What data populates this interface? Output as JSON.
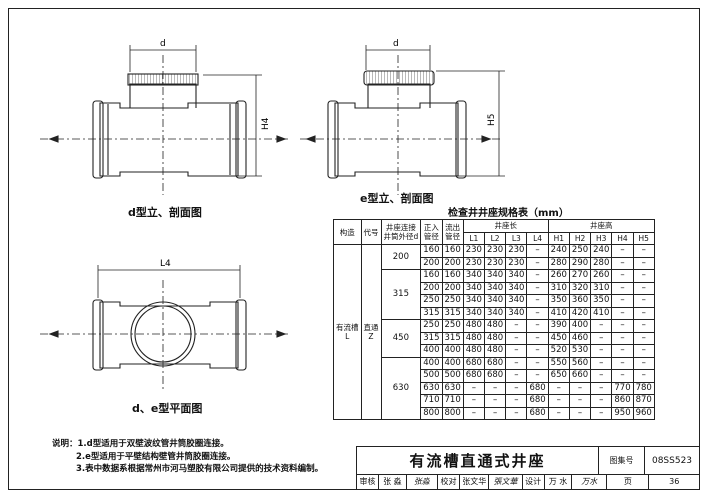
{
  "drawing": {
    "dim_d_left": "d",
    "dim_d_right": "d",
    "dim_h4": "H4",
    "dim_h5": "H5",
    "dim_l4": "L4",
    "caption_d": "d型立、剖面图",
    "caption_e": "e型立、剖面图",
    "caption_plan": "d、e型平面图"
  },
  "spec": {
    "title": "检查井井座规格表（mm）",
    "h_struct": "构造",
    "h_code": "代号",
    "h_pipe": "井座连接\n井筒外径d",
    "h_in": "正入\n管径",
    "h_out": "流出\n管径",
    "h_len": "井座长",
    "h_height": "井座高",
    "sub": [
      "L1",
      "L2",
      "L3",
      "L4",
      "H1",
      "H2",
      "H3",
      "H4",
      "H5"
    ],
    "struct_label": "有流槽\nL",
    "code_label": "直通\nZ",
    "groups": [
      {
        "d": "200",
        "rows": [
          [
            "160",
            "160",
            "230",
            "230",
            "230",
            "–",
            "240",
            "250",
            "240",
            "–",
            "–"
          ],
          [
            "200",
            "200",
            "230",
            "230",
            "230",
            "–",
            "280",
            "290",
            "280",
            "–",
            "–"
          ]
        ]
      },
      {
        "d": "315",
        "rows": [
          [
            "160",
            "160",
            "340",
            "340",
            "340",
            "–",
            "260",
            "270",
            "260",
            "–",
            "–"
          ],
          [
            "200",
            "200",
            "340",
            "340",
            "340",
            "–",
            "310",
            "320",
            "310",
            "–",
            "–"
          ],
          [
            "250",
            "250",
            "340",
            "340",
            "340",
            "–",
            "350",
            "360",
            "350",
            "–",
            "–"
          ],
          [
            "315",
            "315",
            "340",
            "340",
            "340",
            "–",
            "410",
            "420",
            "410",
            "–",
            "–"
          ]
        ]
      },
      {
        "d": "450",
        "rows": [
          [
            "250",
            "250",
            "480",
            "480",
            "–",
            "–",
            "390",
            "400",
            "–",
            "–",
            "–"
          ],
          [
            "315",
            "315",
            "480",
            "480",
            "–",
            "–",
            "450",
            "460",
            "–",
            "–",
            "–"
          ],
          [
            "400",
            "400",
            "480",
            "480",
            "–",
            "–",
            "520",
            "530",
            "–",
            "–",
            "–"
          ]
        ]
      },
      {
        "d": "630",
        "rows": [
          [
            "400",
            "400",
            "680",
            "680",
            "–",
            "–",
            "550",
            "560",
            "–",
            "–",
            "–"
          ],
          [
            "500",
            "500",
            "680",
            "680",
            "–",
            "–",
            "650",
            "660",
            "–",
            "–",
            "–"
          ],
          [
            "630",
            "630",
            "–",
            "–",
            "–",
            "680",
            "–",
            "–",
            "–",
            "770",
            "780"
          ],
          [
            "710",
            "710",
            "–",
            "–",
            "–",
            "680",
            "–",
            "–",
            "–",
            "860",
            "870"
          ],
          [
            "800",
            "800",
            "–",
            "–",
            "–",
            "680",
            "–",
            "–",
            "–",
            "950",
            "960"
          ]
        ]
      }
    ]
  },
  "notes": {
    "l1": "说明：1.d型适用于双壁波纹管井筒胶圈连接。",
    "l2": "2.e型适用于平壁结构壁管井筒胶圈连接。",
    "l3": "3.表中数据系根据常州市河马塑胶有限公司提供的技术资料编制。"
  },
  "titleblock": {
    "title": "有流槽直通式井座",
    "atlas_label": "图集号",
    "atlas_no": "08SS523",
    "review": "审核",
    "reviewer": "张 淼",
    "reviewer_sig": "张淼",
    "check": "校对",
    "checker": "张文华",
    "checker_sig": "張文華",
    "design": "设计",
    "designer": "万 水",
    "designer_sig": "万水",
    "page_label": "页",
    "page_no": "36"
  }
}
